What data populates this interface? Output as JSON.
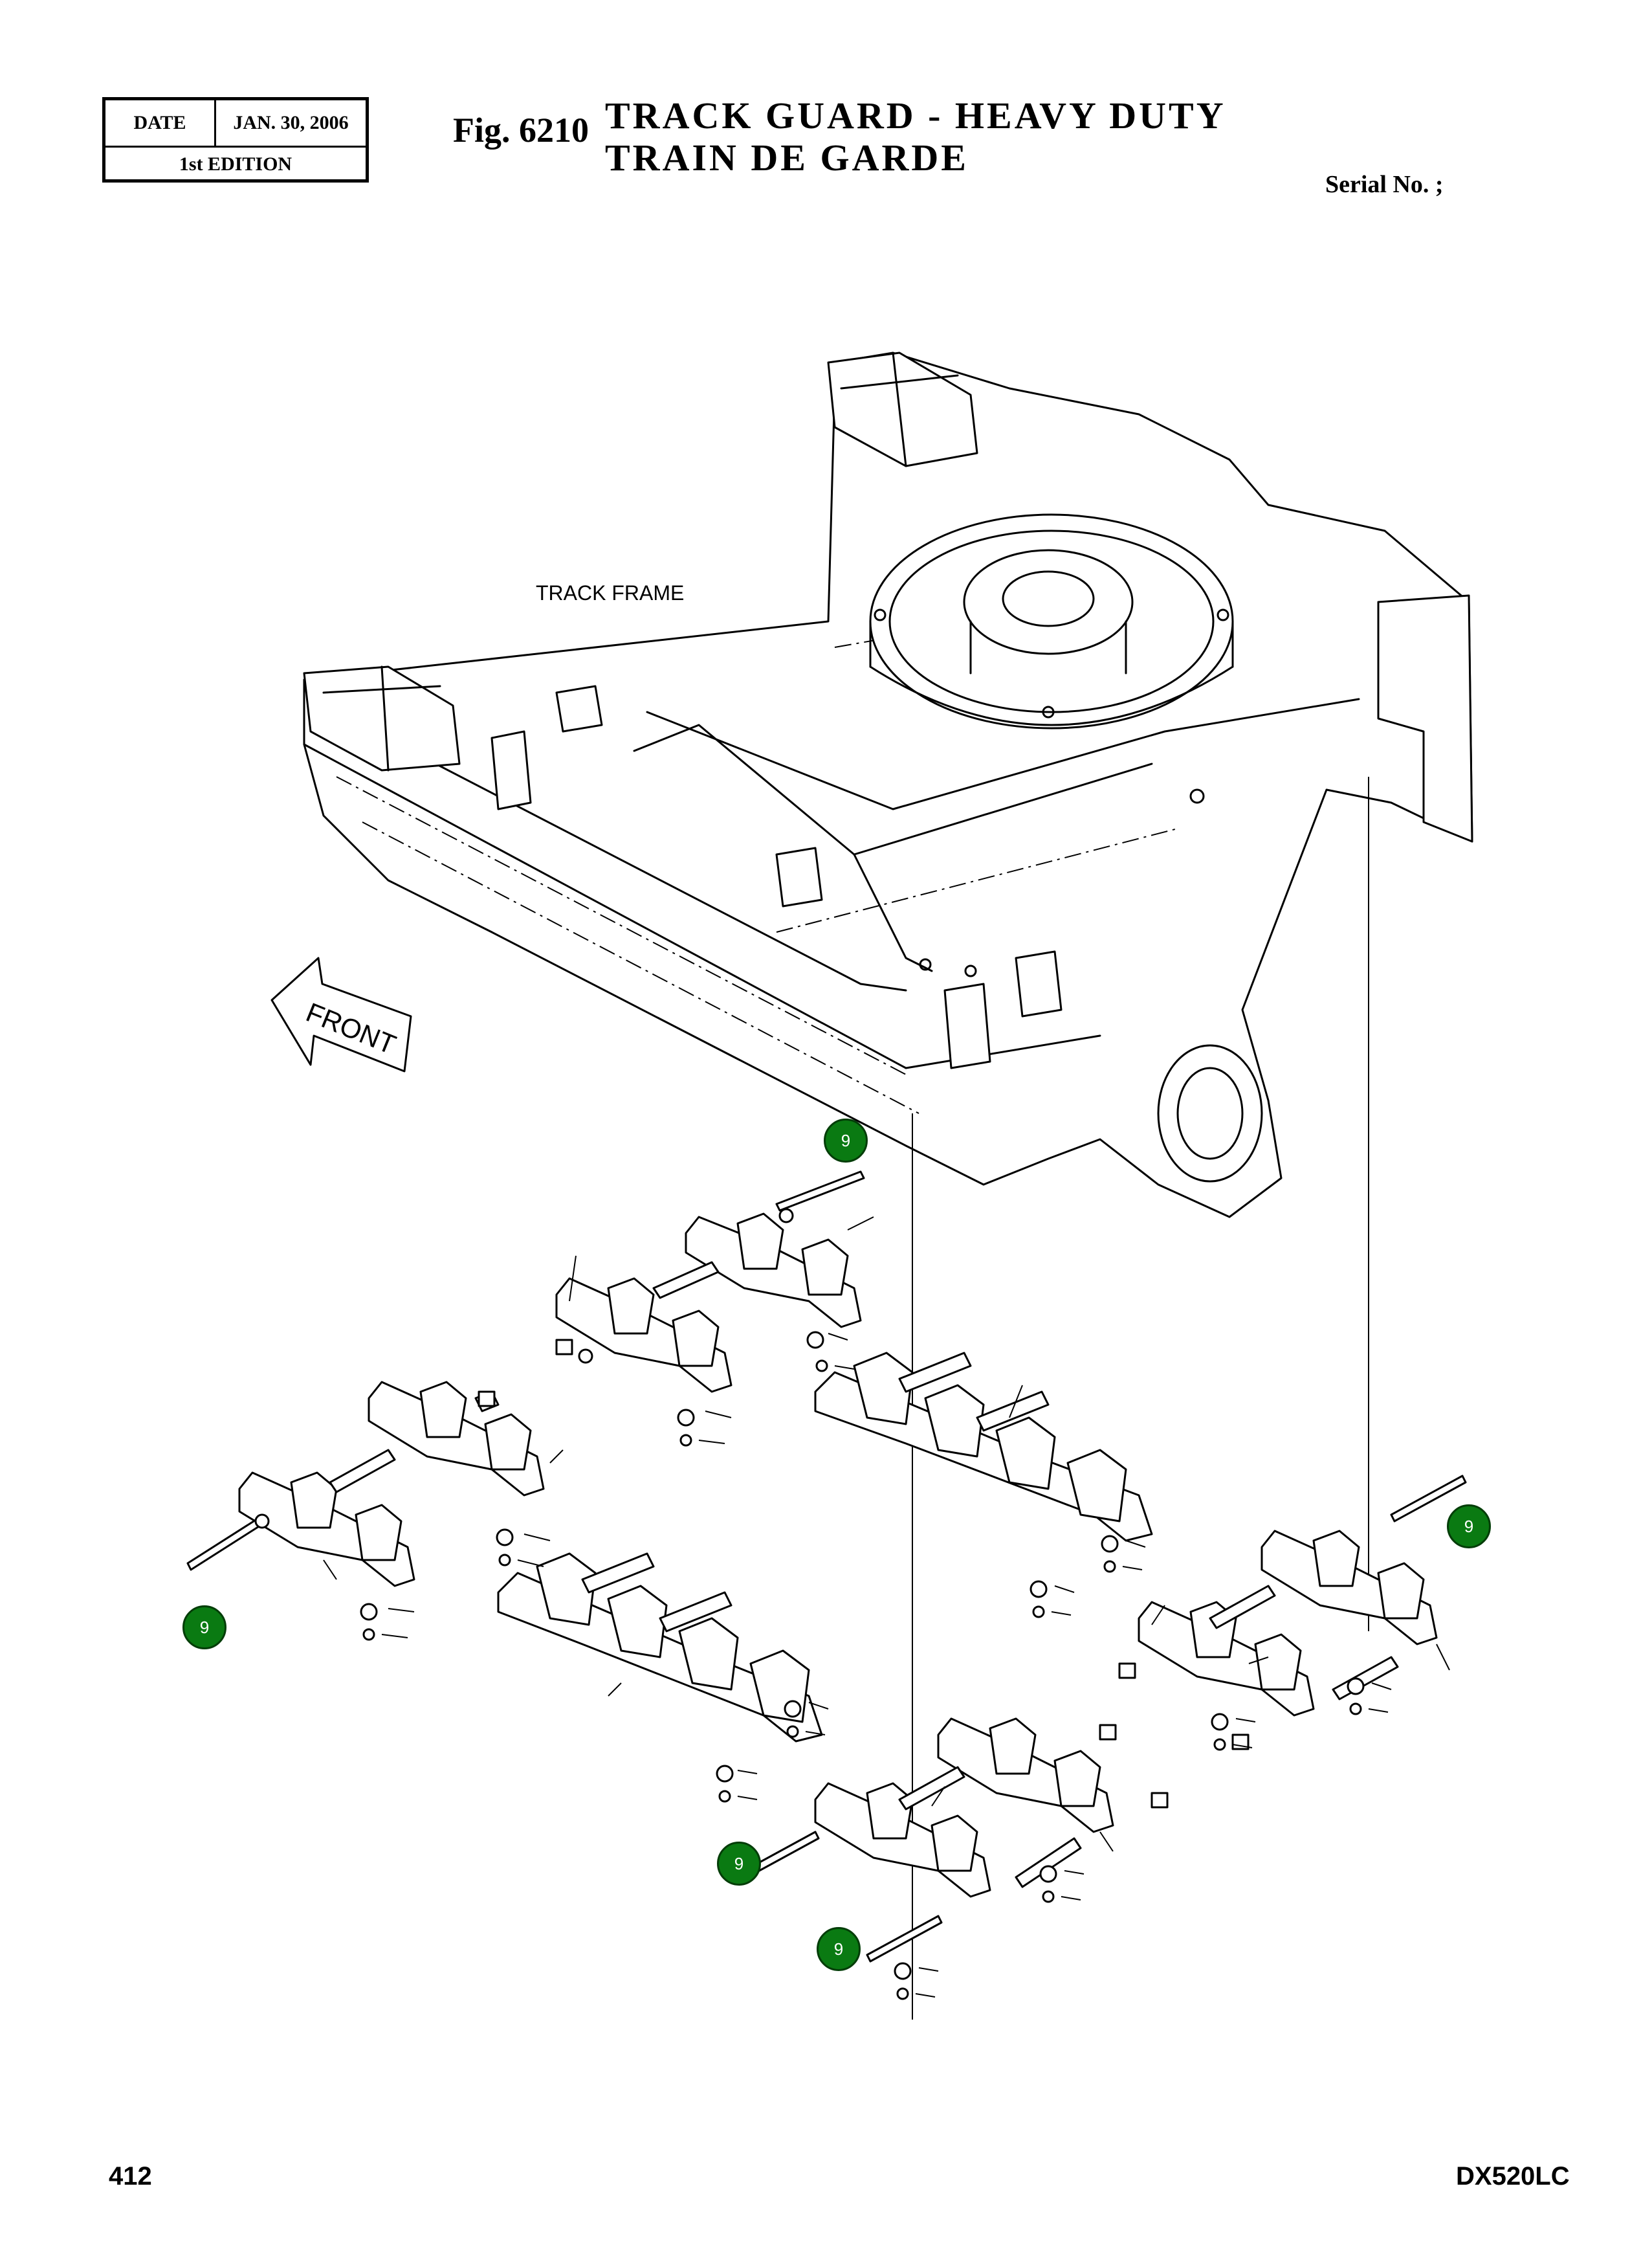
{
  "header": {
    "date_label": "DATE",
    "date_value": "JAN. 30, 2006",
    "edition": "1st EDITION",
    "fig_number": "Fig. 6210",
    "title_en": "TRACK GUARD - HEAVY DUTY",
    "title_fr": "TRAIN DE GARDE",
    "serial": "Serial No. ;"
  },
  "drawing": {
    "frame_label": "TRACK FRAME",
    "front_arrow_label": "FRONT",
    "callouts": [
      "9",
      "9",
      "9",
      "9",
      "9"
    ]
  },
  "footer": {
    "page_number": "412",
    "model": "DX520LC"
  }
}
